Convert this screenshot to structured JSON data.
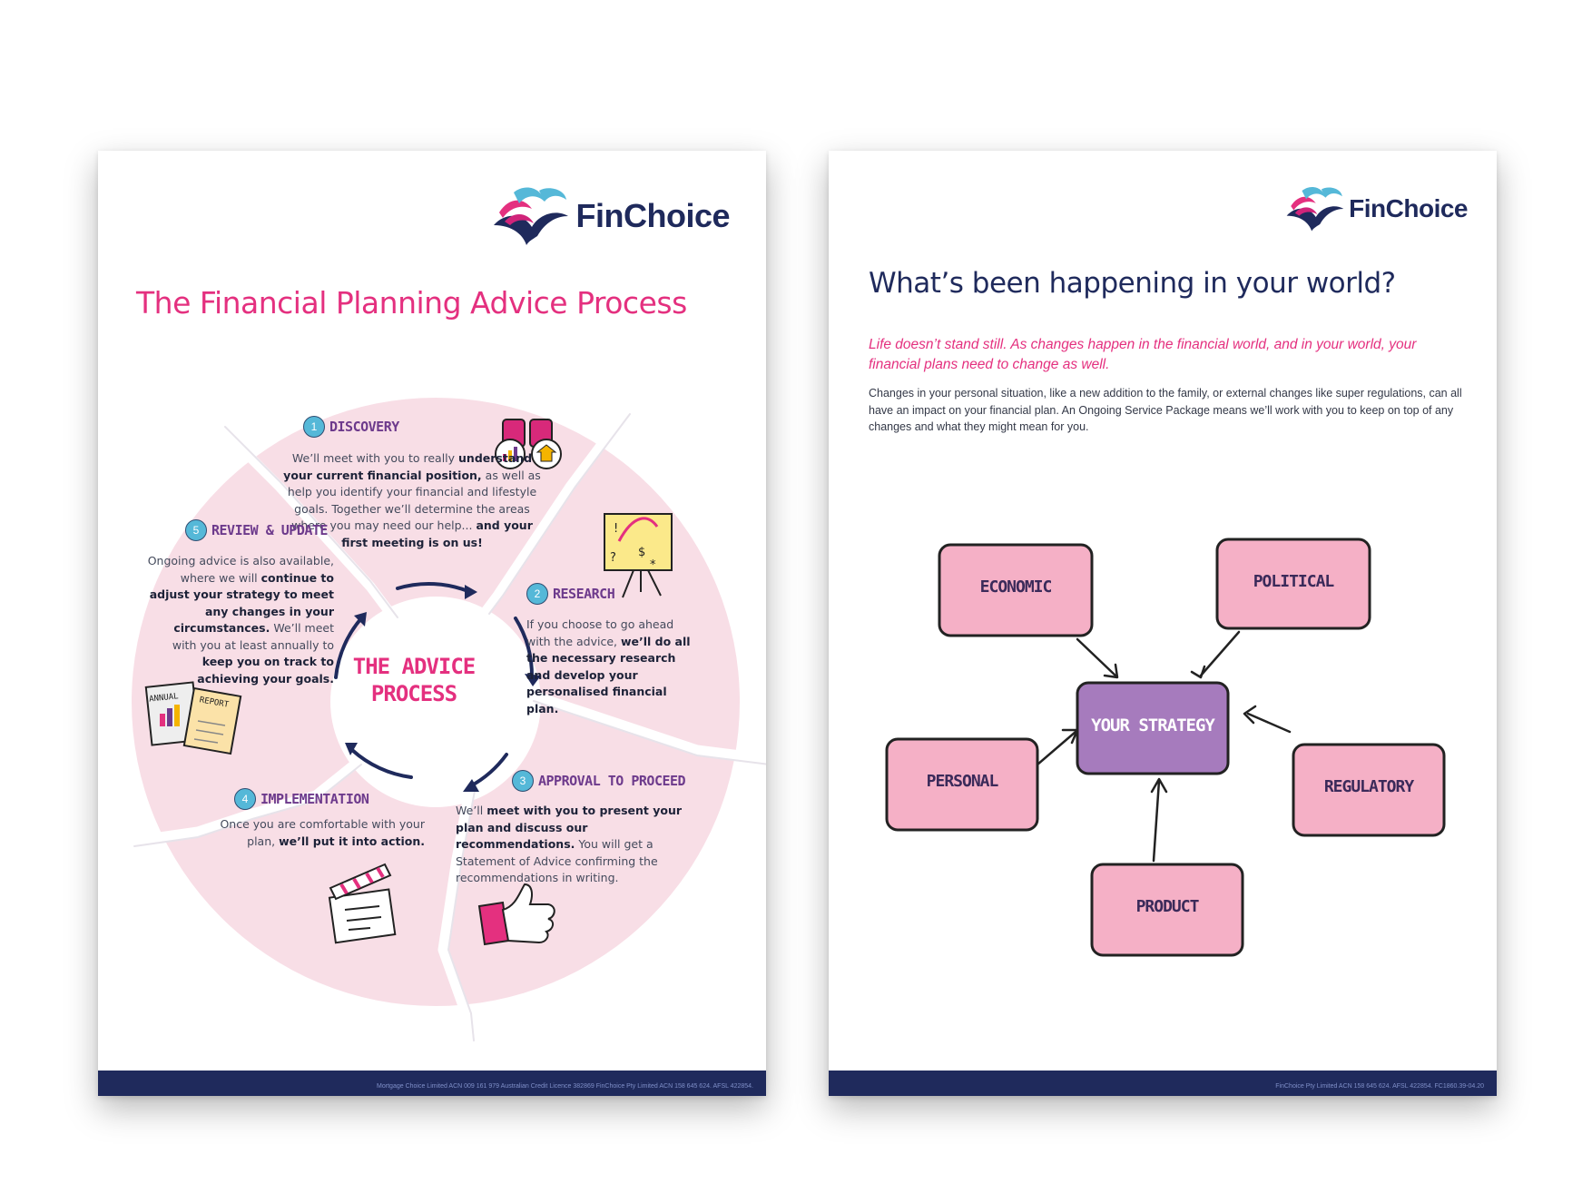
{
  "brand": {
    "name": "FinChoice",
    "navy": "#1f2a5c",
    "pink": "#e4307f",
    "blue": "#55b8d8"
  },
  "left_page": {
    "title": "The Financial Planning Advice Process",
    "center_label": [
      "THE ADVICE",
      "PROCESS"
    ],
    "steps": [
      {
        "num": "1",
        "title": "DISCOVERY",
        "parts": [
          [
            "We’ll meet with you to really ",
            false
          ],
          [
            "understand your current financial position,",
            true
          ],
          [
            " as well as help you identify your financial and lifestyle goals. Together we’ll determine the areas where you may need our help... ",
            false
          ],
          [
            "and your first meeting is on us!",
            true
          ]
        ],
        "icon": "binoculars-icon"
      },
      {
        "num": "2",
        "title": "RESEARCH",
        "parts": [
          [
            "If you choose to go ahead with the advice, ",
            false
          ],
          [
            "we’ll do all the necessary research and develop your personalised financial plan.",
            true
          ]
        ],
        "icon": "whiteboard-icon"
      },
      {
        "num": "3",
        "title": "APPROVAL TO PROCEED",
        "parts": [
          [
            "We’ll ",
            false
          ],
          [
            "meet with you to present your plan and discuss our recommendations.",
            true
          ],
          [
            " You will get a Statement of Advice confirming the recommendations in writing.",
            false
          ]
        ],
        "icon": "thumbs-up-icon"
      },
      {
        "num": "4",
        "title": "IMPLEMENTATION",
        "parts": [
          [
            "Once you are comfortable with  your plan, ",
            false
          ],
          [
            "we’ll put it into action.",
            true
          ]
        ],
        "icon": "clapperboard-icon"
      },
      {
        "num": "5",
        "title": "REVIEW & UPDATE",
        "parts": [
          [
            "Ongoing advice is also available, where we will ",
            false
          ],
          [
            "continue to adjust your strategy to meet any changes in your circumstances.",
            true
          ],
          [
            " We’ll meet with you at least annually to ",
            false
          ],
          [
            "keep you on track to achieving your goals.",
            true
          ]
        ],
        "icon": "annual-report-icon"
      }
    ],
    "report_icon_words": [
      "ANNUAL",
      "REPORT"
    ],
    "footer": "Mortgage Choice Limited ACN 009 161 979 Australian Credit Licence 382869 FinChoice Pty Limited ACN 158 645 624. AFSL 422854."
  },
  "right_page": {
    "title": "What’s been happening in your world?",
    "subtitle": "Life doesn’t stand still. As changes happen in the financial world, and in your world, your financial plans need to change as well.",
    "body": "Changes in your personal situation, like a new addition to the family, or external changes like super regulations, can all have an impact on your financial plan. An Ongoing Service Package means we’ll work with you to keep on top of any changes and what they might mean for you.",
    "diagram": {
      "center": "YOUR STRATEGY",
      "nodes": [
        "ECONOMIC",
        "POLITICAL",
        "PERSONAL",
        "REGULATORY",
        "PRODUCT"
      ]
    },
    "footer": "FinChoice Pty Limited ACN 158 645 624. AFSL 422854. FC1860.39-04.20"
  }
}
